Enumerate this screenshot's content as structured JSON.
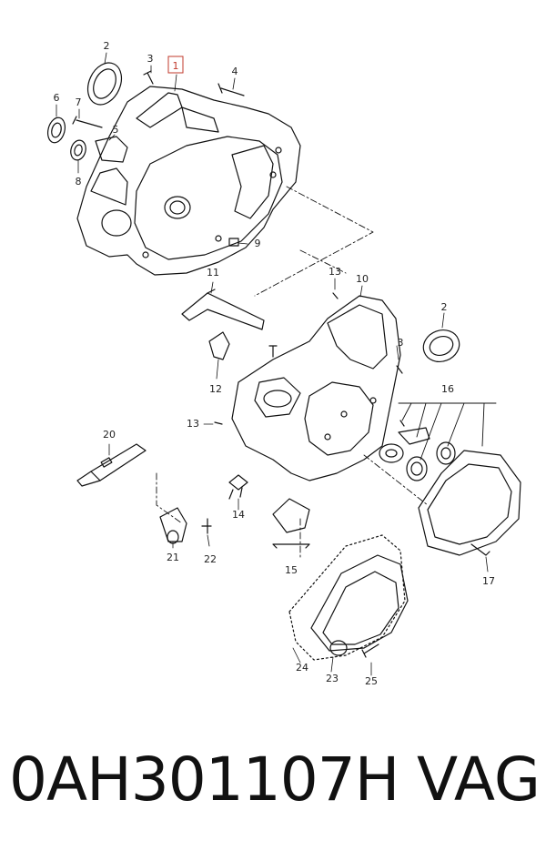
{
  "diagram": {
    "callouts": [
      "1",
      "2",
      "3",
      "4",
      "6",
      "7",
      "5",
      "8",
      "9",
      "11",
      "13",
      "10",
      "2",
      "3",
      "12",
      "16",
      "13",
      "20",
      "14",
      "21",
      "22",
      "15",
      "17",
      "24",
      "23",
      "25"
    ],
    "highlighted_callout": "1"
  },
  "footer": {
    "part_number": "0AH301107H",
    "brand": "VAG"
  }
}
